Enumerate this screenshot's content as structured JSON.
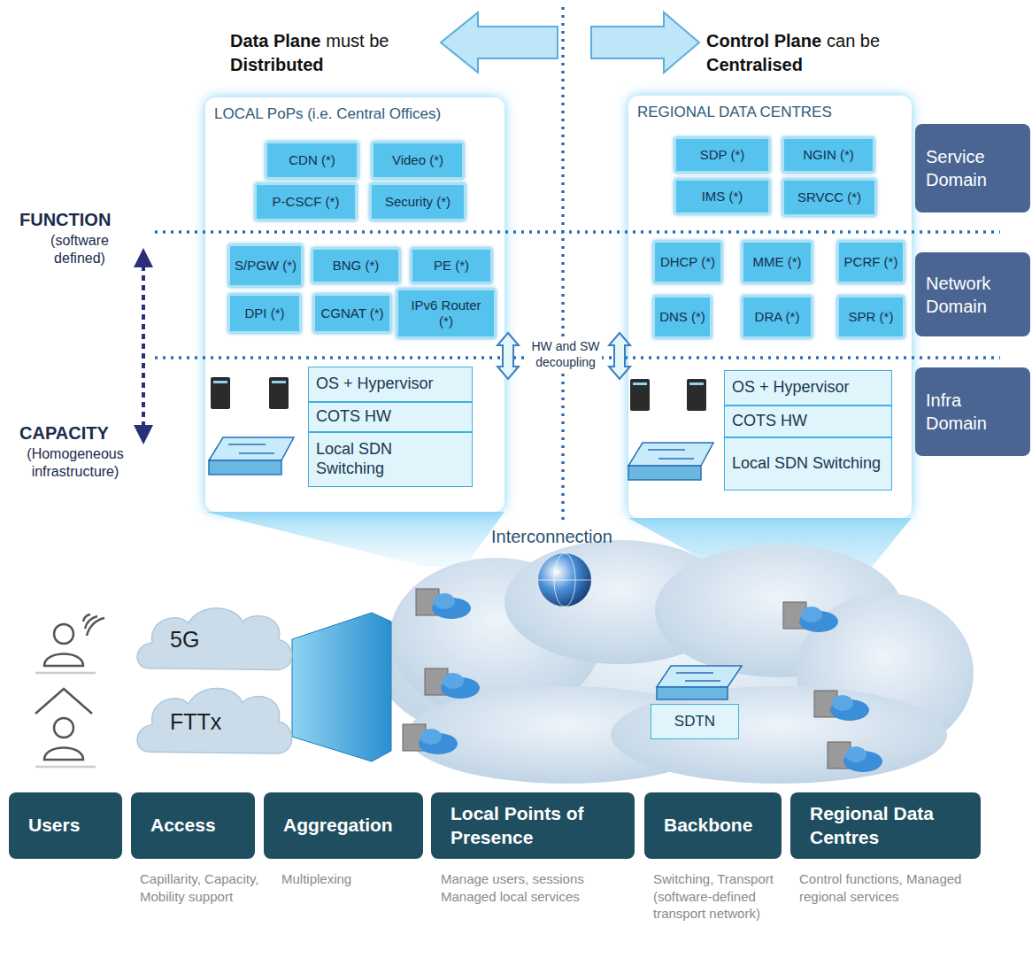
{
  "diagram": {
    "nodes": [
      {
        "text": [
          "LOCAL PoPs (i.e. Central Offices)"
        ]
      },
      {
        "text": [
          "CDN (*)"
        ],
        "in": 0
      },
      {
        "text": [
          "Video (*)"
        ],
        "in": 0
      },
      {
        "text": [
          "P-CSCF (*)"
        ],
        "in": 0
      },
      {
        "text": [
          "Security (*)"
        ],
        "in": 0
      },
      {
        "text": [
          "S/PGW (*)"
        ],
        "in": 0
      },
      {
        "text": [
          "BNG (*)"
        ],
        "in": 0
      },
      {
        "text": [
          "PE (*)"
        ],
        "in": 0
      },
      {
        "text": [
          "DPI (*)"
        ],
        "in": 0
      },
      {
        "text": [
          "CGNAT (*)"
        ],
        "in": 0
      },
      {
        "text": [
          "IPv6 Router (*)"
        ],
        "in": 0
      },
      {
        "text": [
          "OS + Hypervisor"
        ],
        "in": 0
      },
      {
        "text": [
          "COTS HW"
        ],
        "in": 0
      },
      {
        "text": [
          "Local SDN Switching"
        ],
        "in": 0
      },
      {
        "text": [
          "REGIONAL DATA CENTRES"
        ]
      },
      {
        "text": [
          "SDP (*)"
        ],
        "in": 14
      },
      {
        "text": [
          "NGIN (*)"
        ],
        "in": 14
      },
      {
        "text": [
          "IMS (*)"
        ],
        "in": 14
      },
      {
        "text": [
          "SRVCC (*)"
        ],
        "in": 14
      },
      {
        "text": [
          "DHCP (*)"
        ],
        "in": 14
      },
      {
        "text": [
          "MME (*)"
        ],
        "in": 14
      },
      {
        "text": [
          "PCRF (*)"
        ],
        "in": 14
      },
      {
        "text": [
          "DNS (*)"
        ],
        "in": 14
      },
      {
        "text": [
          "DRA (*)"
        ],
        "in": 14
      },
      {
        "text": [
          "SPR (*)"
        ],
        "in": 14
      },
      {
        "text": [
          "OS + Hypervisor"
        ],
        "in": 14
      },
      {
        "text": [
          "COTS HW"
        ],
        "in": 14
      },
      {
        "text": [
          "Local SDN Switching"
        ],
        "in": 14
      },
      {
        "text": [
          "Service Domain"
        ]
      },
      {
        "text": [
          "Network Domain"
        ]
      },
      {
        "text": [
          "Infra Domain"
        ]
      },
      {
        "text": [
          "5G"
        ]
      },
      {
        "text": [
          "FTTx"
        ]
      },
      {
        "text": [
          "SDTN"
        ]
      },
      {
        "text": [
          "Users"
        ]
      },
      {
        "text": [
          "Access"
        ]
      },
      {
        "text": [
          "Aggregation"
        ]
      },
      {
        "text": [
          "Local Points of Presence"
        ]
      },
      {
        "text": [
          "Backbone"
        ]
      },
      {
        "text": [
          "Regional Data Centres"
        ]
      }
    ],
    "labels": [
      "Data Plane",
      "must be",
      "Distributed",
      "Control Plane",
      "can be",
      "Centralised",
      "FUNCTION",
      "(software defined)",
      "CAPACITY",
      "(Homogeneous infrastructure)",
      "HW and SW decoupling",
      "Interconnection",
      "Capillarity, Capacity, Mobility support",
      "Multiplexing",
      "Manage users, sessions Managed local services",
      "Switching, Transport (software-defined transport network)",
      "Control functions, Managed regional services"
    ]
  }
}
